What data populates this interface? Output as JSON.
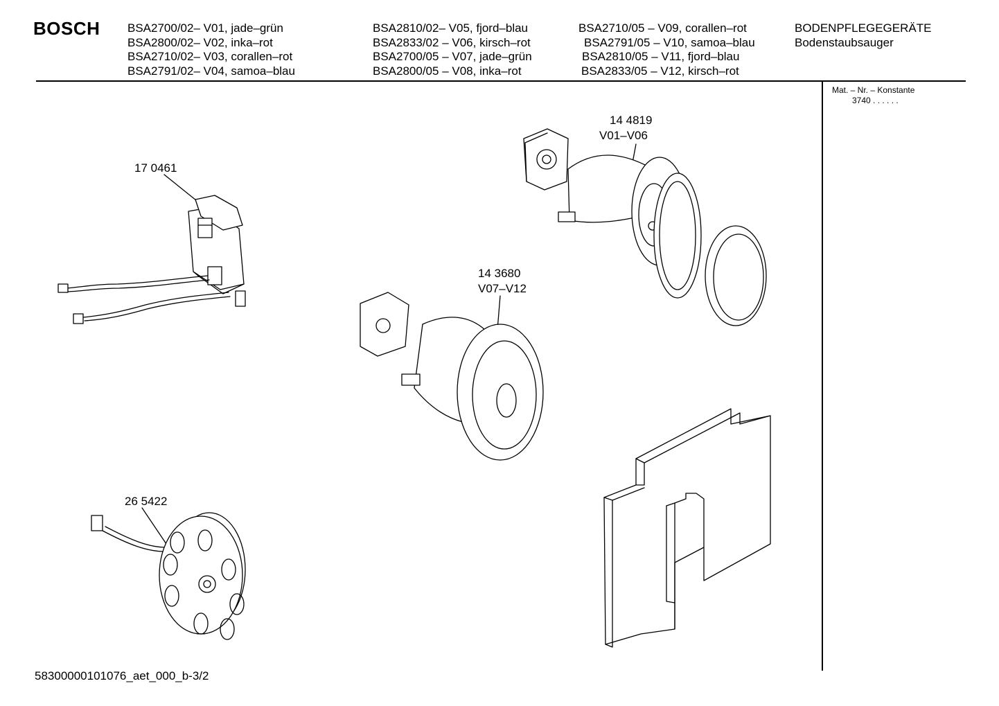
{
  "header": {
    "brand": "BOSCH",
    "models_col1": [
      "BSA2700/02– V01, jade–grün",
      "BSA2800/02– V02, inka–rot",
      "BSA2710/02– V03, corallen–rot",
      "BSA2791/02– V04, samoa–blau"
    ],
    "models_col2": [
      "BSA2810/02– V05, fjord–blau",
      "BSA2833/02 – V06, kirsch–rot",
      "BSA2700/05 – V07, jade–grün",
      "BSA2800/05 – V08, inka–rot"
    ],
    "models_col3": [
      "BSA2710/05 – V09, corallen–rot",
      "BSA2791/05 – V10, samoa–blau",
      "BSA2810/05 – V11, fjord–blau",
      "BSA2833/05 – V12, kirsch–rot"
    ],
    "category": "BODENPFLEGEGERÄTE",
    "subcategory": "Bodenstaubsauger"
  },
  "sidebar": {
    "mat_label": "Mat. – Nr. – Konstante",
    "mat_value": "3740 .  .    .  .  .  ."
  },
  "parts": {
    "switch": {
      "number": "17 0461"
    },
    "motor_a": {
      "number": "14 4819",
      "variant": "V01–V06"
    },
    "motor_b": {
      "number": "14 3680",
      "variant": "V07–V12"
    },
    "cable_reel": {
      "number": "26 5422"
    }
  },
  "footer": {
    "doc_id": "58300000101076_aet_000_b-3/2"
  }
}
